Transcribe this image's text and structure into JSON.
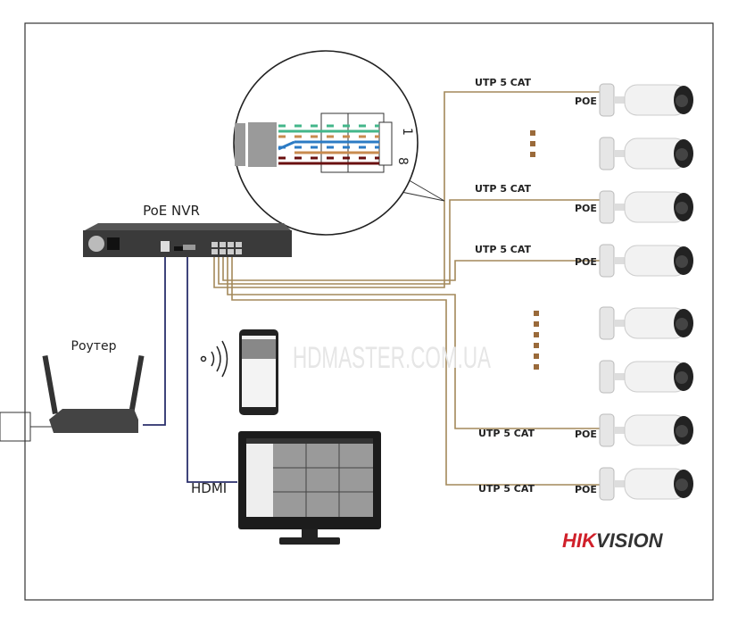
{
  "nvr": {
    "label": "PoE NVR"
  },
  "router": {
    "label": "Роутер"
  },
  "monitor": {
    "cable_label": "HDMI"
  },
  "watermark": "HDMASTER.COM.UA",
  "brand_logo": {
    "text_red": "HIK",
    "text_dark": "VISION"
  },
  "connector": {
    "pin_first": "1",
    "pin_last": "8"
  },
  "cable_label": "UTP 5 CAT",
  "poe_label": "POE",
  "cameras": [
    {
      "cable": "UTP 5 CAT",
      "poe": "POE"
    },
    {
      "cable": "",
      "poe": ""
    },
    {
      "cable": "UTP 5 CAT",
      "poe": "POE"
    },
    {
      "cable": "UTP 5 CAT",
      "poe": "POE"
    },
    {
      "cable": "",
      "poe": ""
    },
    {
      "cable": "",
      "poe": ""
    },
    {
      "cable": "UTP 5 CAT",
      "poe": "POE"
    },
    {
      "cable": "UTP 5 CAT",
      "poe": "POE"
    }
  ],
  "colors": {
    "cable": "#a3895a",
    "data_line": "#2a2f6b",
    "dots": "#9a6a3a",
    "brand_red": "#d0202a",
    "brand_dark": "#333333"
  }
}
